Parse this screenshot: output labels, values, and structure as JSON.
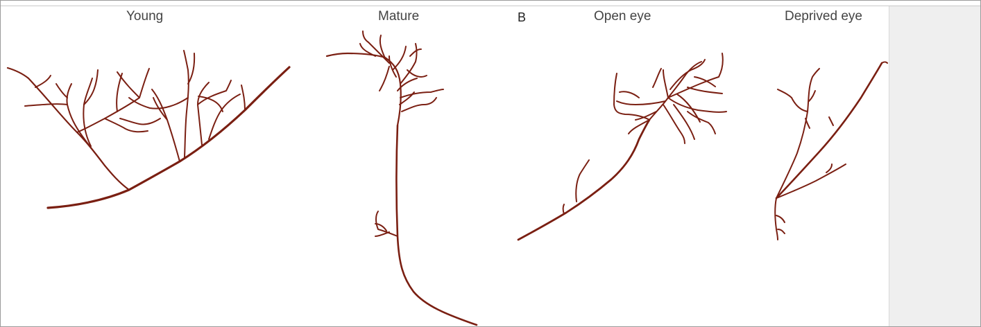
{
  "figure": {
    "panel_b_letter": "B",
    "labels": {
      "young": "Young",
      "mature": "Mature",
      "open_eye": "Open eye",
      "deprived_eye": "Deprived eye"
    },
    "neuron_color": "#7a1f12"
  }
}
